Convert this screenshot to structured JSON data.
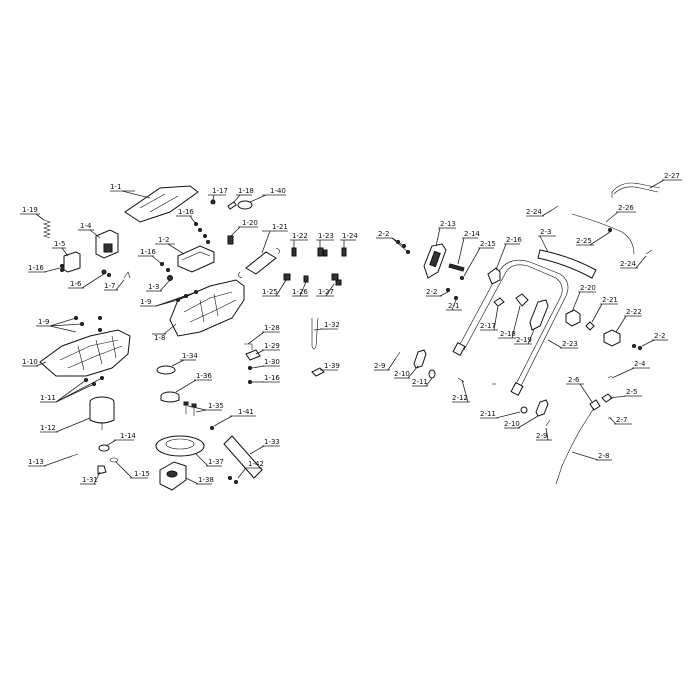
{
  "labels": {
    "p1_1": "1-1",
    "p1_2": "1-2",
    "p1_3": "1-3",
    "p1_4": "1-4",
    "p1_5": "1-5",
    "p1_6": "1-6",
    "p1_7": "1-7",
    "p1_8": "1-8",
    "p1_9": "1-9",
    "p1_10": "1-10",
    "p1_11": "1-11",
    "p1_12": "1-12",
    "p1_13": "1-13",
    "p1_14": "1-14",
    "p1_15": "1-15",
    "p1_16": "1-16",
    "p1_17": "1-17",
    "p1_18": "1-18",
    "p1_19": "1-19",
    "p1_20": "1-20",
    "p1_21": "1-21",
    "p1_22": "1-22",
    "p1_23": "1-23",
    "p1_24": "1-24",
    "p1_25": "1-25",
    "p1_26": "1-26",
    "p1_27": "1-27",
    "p1_28": "1-28",
    "p1_29": "1-29",
    "p1_30": "1-30",
    "p1_31": "1-31",
    "p1_32": "1-32",
    "p1_33": "1-33",
    "p1_34": "1-34",
    "p1_35": "1-35",
    "p1_36": "1-36",
    "p1_37": "1-37",
    "p1_38": "1-38",
    "p1_39": "1-39",
    "p1_40": "1-40",
    "p1_41": "1-41",
    "p1_42": "1-42",
    "p2_1": "2-1",
    "p2_2": "2-2",
    "p2_3": "2-3",
    "p2_4": "2-4",
    "p2_5": "2-5",
    "p2_6": "2-6",
    "p2_7": "2-7",
    "p2_8": "2-8",
    "p2_9": "2-9",
    "p2_10": "2-10",
    "p2_11": "2-11",
    "p2_12": "2-12",
    "p2_13": "2-13",
    "p2_14": "2-14",
    "p2_15": "2-15",
    "p2_16": "2-16",
    "p2_17": "2-17",
    "p2_18": "2-18",
    "p2_19": "2-19",
    "p2_20": "2-20",
    "p2_21": "2-21",
    "p2_22": "2-22",
    "p2_23": "2-23",
    "p2_24": "2-24",
    "p2_25": "2-25",
    "p2_26": "2-26",
    "p2_27": "2-27"
  }
}
